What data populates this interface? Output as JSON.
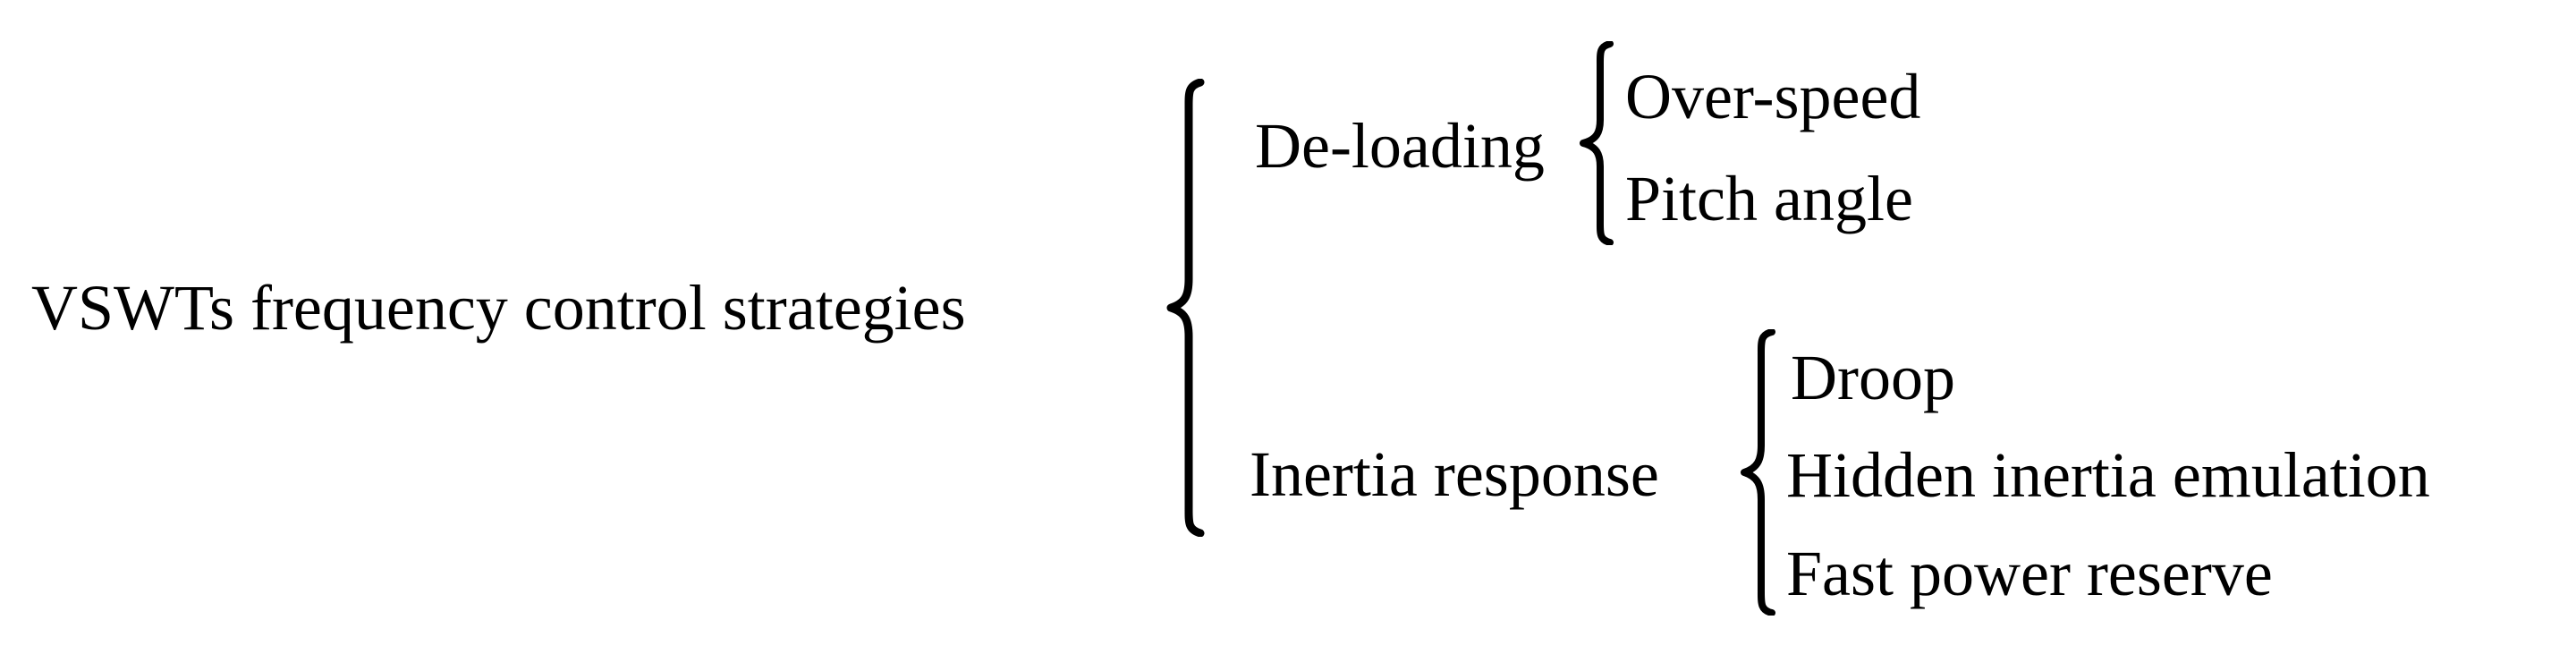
{
  "diagram": {
    "root_label": "VSWTs frequency control strategies",
    "branches": [
      {
        "label": "De-loading",
        "children": [
          "Over-speed",
          "Pitch angle"
        ]
      },
      {
        "label": "Inertia response",
        "children": [
          "Droop",
          "Hidden inertia emulation",
          "Fast power reserve"
        ]
      }
    ]
  },
  "icons": {
    "outer_brace": "left-curly-brace",
    "deloading_brace": "left-curly-brace",
    "inertia_brace": "left-curly-brace"
  },
  "colors": {
    "text": "#000000",
    "background": "#ffffff"
  }
}
